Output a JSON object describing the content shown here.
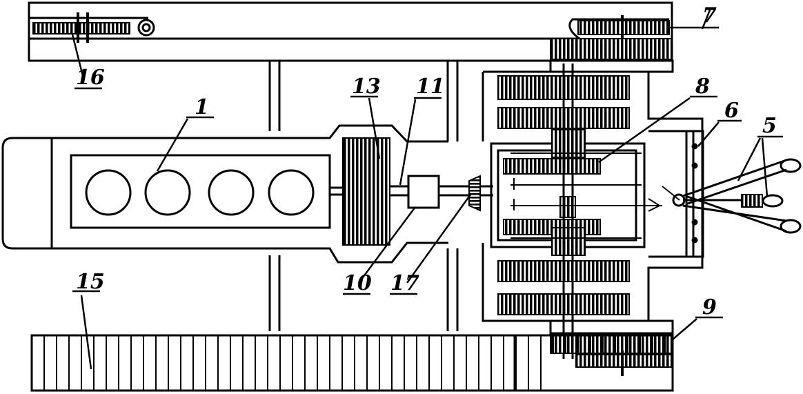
{
  "diagram": {
    "callouts": [
      {
        "id": "1",
        "text": "1"
      },
      {
        "id": "5",
        "text": "5"
      },
      {
        "id": "6",
        "text": "6"
      },
      {
        "id": "7",
        "text": "7"
      },
      {
        "id": "8",
        "text": "8"
      },
      {
        "id": "9",
        "text": "9"
      },
      {
        "id": "10",
        "text": "10"
      },
      {
        "id": "11",
        "text": "11"
      },
      {
        "id": "13",
        "text": "13"
      },
      {
        "id": "15",
        "text": "15"
      },
      {
        "id": "16",
        "text": "16"
      },
      {
        "id": "17",
        "text": "17"
      }
    ],
    "colors": {
      "ink": "#000000",
      "paper": "#ffffff"
    }
  }
}
